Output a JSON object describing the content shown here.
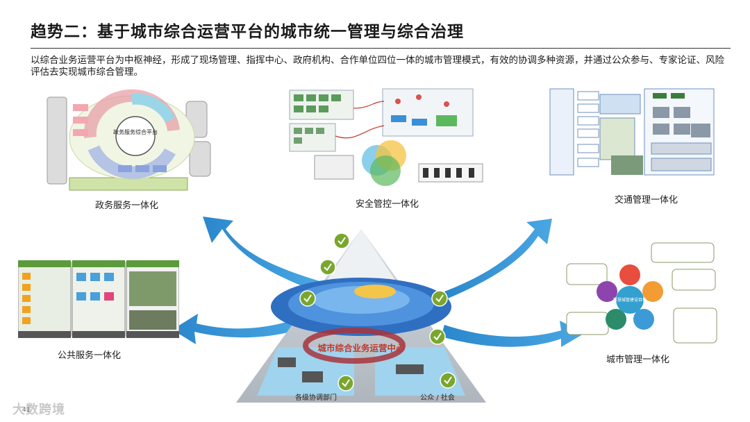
{
  "title": "趋势二：基于城市综合运营平台的城市统一管理与综合治理",
  "intro": "以综合业务运营平台为中枢神经，形成了现场管理、指挥中心、政府机构、合作单位四位一体的城市管理模式，有效的协调多种资源，并通过公众参与、专家论证、风险评估去实现城市综合管理。",
  "panels": {
    "gov": {
      "caption": "政务服务一体化",
      "center": "政务服务综合平台"
    },
    "security": {
      "caption": "安全管控一体化"
    },
    "traffic": {
      "caption": "交通管理一体化"
    },
    "public": {
      "caption": "公共服务一体化"
    },
    "city": {
      "caption": "城市管理一体化",
      "hub": "智慧城管建设目标"
    }
  },
  "center": {
    "hub_label": "城市综合业务运营中心",
    "left_label": "各级协调部门",
    "right_label": "公众 / 社会"
  },
  "footer": {
    "page_number": "41",
    "logo": "大数跨境"
  },
  "colors": {
    "arrow": "#2f8fd0",
    "ring": "#3b79c9",
    "accent_red": "#c0392b",
    "check": "#7aa62e"
  }
}
